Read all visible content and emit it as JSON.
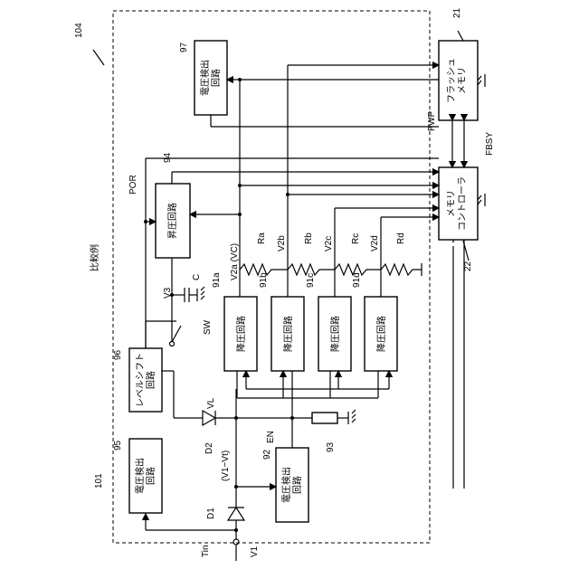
{
  "figure": {
    "ref_main": "104",
    "ref_sub": "101",
    "title": "比較例"
  },
  "blocks": {
    "b95": {
      "ref": "95",
      "line1": "電圧検出",
      "line2": "回路"
    },
    "b96": {
      "ref": "96",
      "line1": "レベルシフト",
      "line2": "回路"
    },
    "b94": {
      "ref": "94",
      "line1": "昇圧回路"
    },
    "b97": {
      "ref": "97",
      "line1": "電圧検出",
      "line2": "回路"
    },
    "b92": {
      "ref": "92",
      "line1": "電圧検出",
      "line2": "回路"
    },
    "b91a": {
      "ref": "91a",
      "line1": "降圧回路"
    },
    "b91b": {
      "ref": "91b",
      "line1": "降圧回路"
    },
    "b91c": {
      "ref": "91c",
      "line1": "降圧回路"
    },
    "b91d": {
      "ref": "91d",
      "line1": "降圧回路"
    },
    "b21": {
      "ref": "21",
      "line1": "フラッシュ",
      "line2": "メモリ"
    },
    "b22": {
      "ref": "22",
      "line1": "メモリ",
      "line2": "コントローラ"
    },
    "b93": {
      "ref": "93"
    }
  },
  "labels": {
    "tin": "Tin",
    "v1": "V1",
    "d1": "D1",
    "d2": "D2",
    "v1vt": "(V1−Vt)",
    "vl": "VL",
    "en": "EN",
    "sw": "SW",
    "v3": "V3",
    "c": "C",
    "por": "POR",
    "v2a": "V2a (VC)",
    "v2b": "V2b",
    "v2c": "V2c",
    "v2d": "V2d",
    "ra": "Ra",
    "rb": "Rb",
    "rc": "Rc",
    "rd": "Rd",
    "fwp": "FWP",
    "fbsy": "FBSY"
  }
}
